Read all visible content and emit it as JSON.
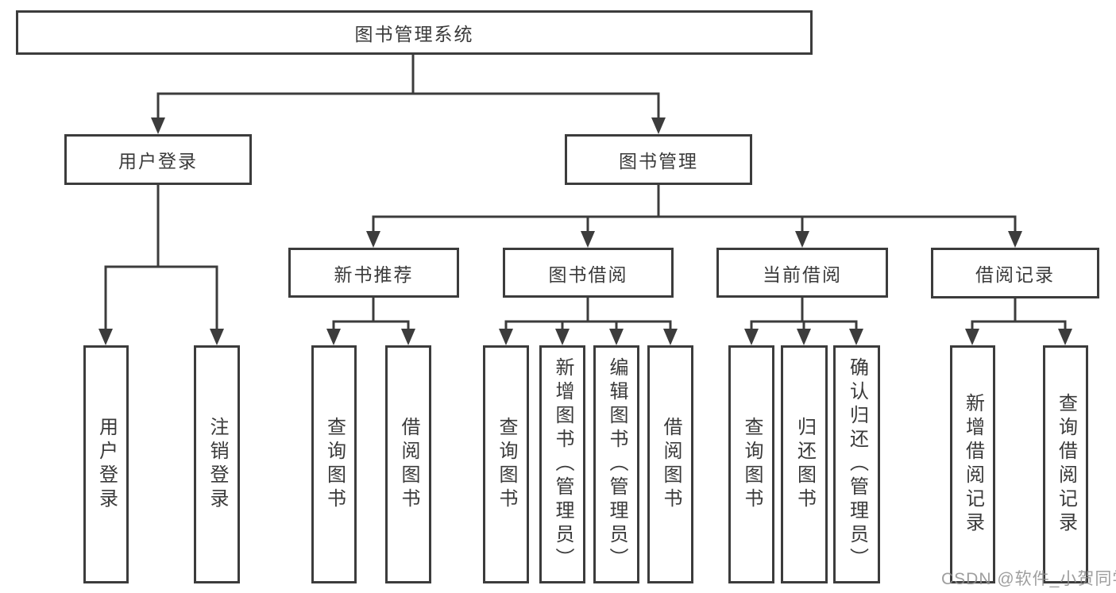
{
  "colors": {
    "line": "#3c3c3c",
    "text": "#3a3a3a",
    "background": "#ffffff",
    "watermark": "#8e8e8e"
  },
  "watermark": "CSDN @软件_小贺同学",
  "tree": {
    "root": "图书管理系统",
    "branches": [
      {
        "label": "用户登录",
        "children": [
          "用户登录",
          "注销登录"
        ]
      },
      {
        "label": "图书管理",
        "sections": [
          {
            "label": "新书推荐",
            "children": [
              "查询图书",
              "借阅图书"
            ]
          },
          {
            "label": "图书借阅",
            "children": [
              "查询图书",
              "新增图书（管理员）",
              "编辑图书（管理员）",
              "借阅图书"
            ]
          },
          {
            "label": "当前借阅",
            "children": [
              "查询图书",
              "归还图书",
              "确认归还（管理员）"
            ]
          },
          {
            "label": "借阅记录",
            "children": [
              "新增借阅记录",
              "查询借阅记录"
            ]
          }
        ]
      }
    ]
  }
}
